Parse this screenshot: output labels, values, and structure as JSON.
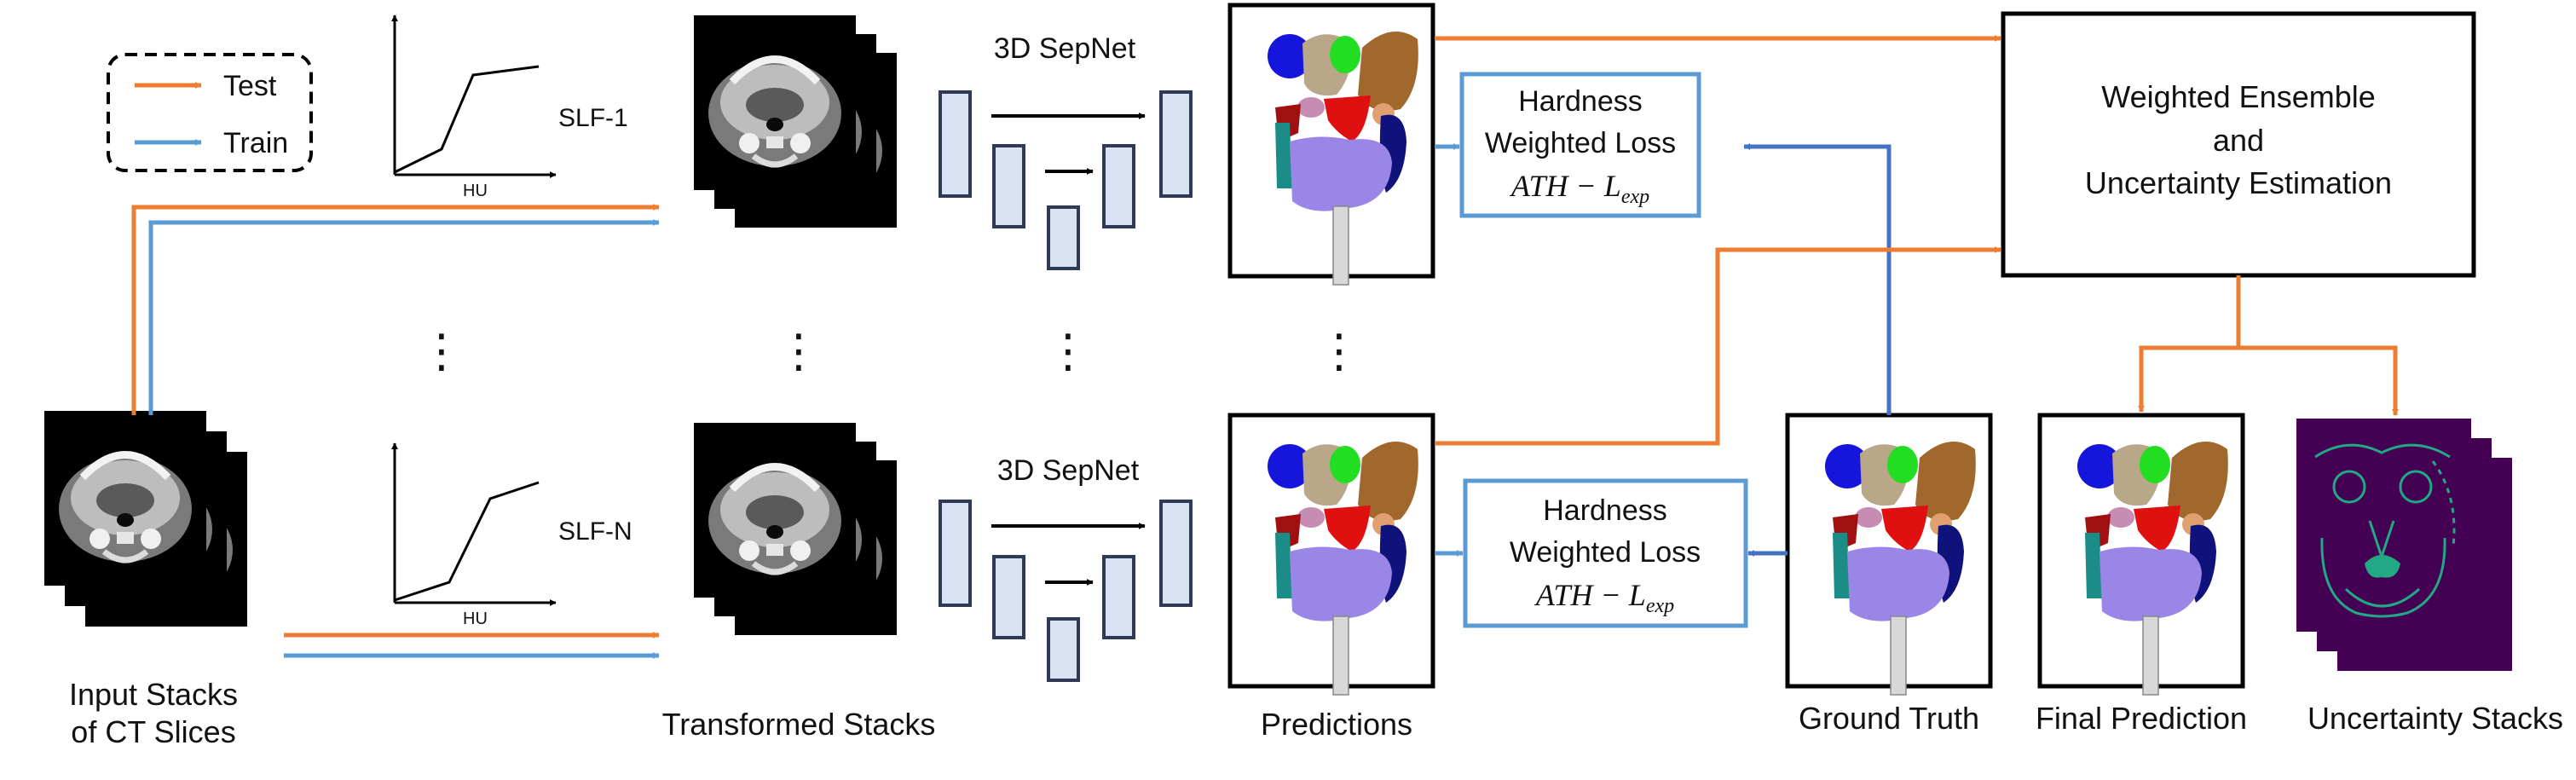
{
  "colors": {
    "test": "#ED7D31",
    "train": "#5B9BD5",
    "gt_arrow": "#4472C4",
    "loss_border": "#5B9BD5",
    "block_fill": "#DAE3F3",
    "block_stroke": "#2F3A56",
    "uncertainty_bg": "#440154",
    "uncertainty_fg": "#22A884"
  },
  "legend": {
    "test": "Test",
    "train": "Train"
  },
  "slf_top": {
    "name": "SLF-1",
    "axis": "HU"
  },
  "slf_bottom": {
    "name": "SLF-N",
    "axis": "HU"
  },
  "sepnet_top": "3D SepNet",
  "sepnet_bottom": "3D SepNet",
  "loss_top": {
    "line1": "Hardness",
    "line2": "Weighted Loss",
    "formula": "ATH − L",
    "subscript": "exp"
  },
  "loss_bottom": {
    "line1": "Hardness",
    "line2": "Weighted Loss",
    "formula": "ATH − L",
    "subscript": "exp"
  },
  "ensemble": {
    "line1": "Weighted Ensemble",
    "line2": "and",
    "line3": "Uncertainty Estimation"
  },
  "ellipsis": "⋮",
  "captions": {
    "input_line1": "Input Stacks",
    "input_line2": "of CT Slices",
    "transformed": "Transformed Stacks",
    "predictions": "Predictions",
    "ground_truth": "Ground Truth",
    "final_prediction": "Final Prediction",
    "uncertainty": "Uncertainty Stacks"
  }
}
